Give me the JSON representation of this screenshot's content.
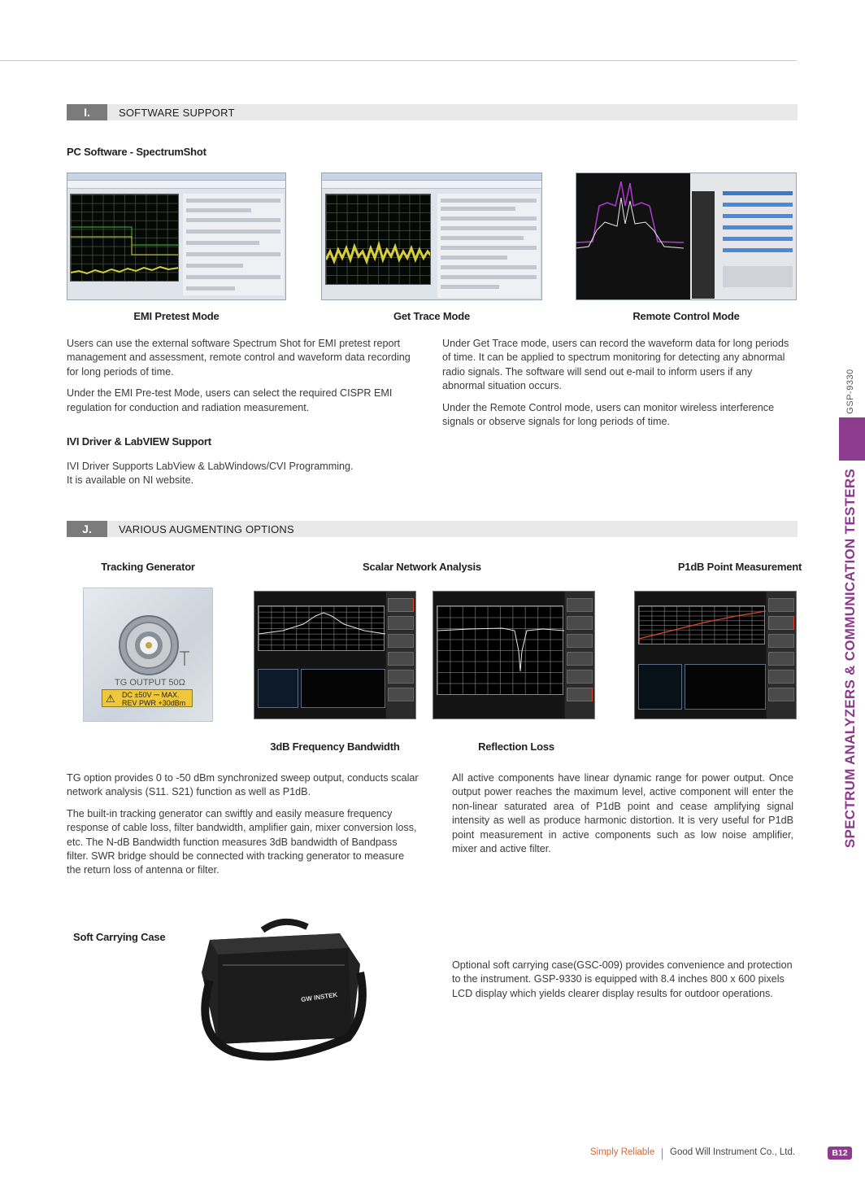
{
  "section_i": {
    "tag": "I.",
    "title": "SOFTWARE SUPPORT",
    "pc_software_heading": "PC Software - SpectrumShot",
    "captions": [
      "EMI Pretest Mode",
      "Get Trace Mode",
      "Remote Control Mode"
    ],
    "left_text": [
      "Users can use the external software Spectrum Shot for EMI pretest report management and assessment, remote control and waveform data recording for long periods of time.",
      "Under the EMI Pre-test Mode, users can select the required CISPR EMI regulation for conduction and radiation measurement."
    ],
    "right_text": [
      "Under Get Trace mode, users can record the waveform data for long periods of time. It can be applied to spectrum monitoring for detecting any abnormal radio signals. The software will send out e-mail to inform users if any abnormal situation occurs.",
      "Under the Remote Control mode, users can monitor wireless interference signals or observe signals for long periods of time."
    ],
    "ivi_heading": "IVI Driver & LabVIEW Support",
    "ivi_text": [
      "IVI Driver Supports LabView & LabWindows/CVI Programming.",
      "It is available on NI website."
    ]
  },
  "section_j": {
    "tag": "J.",
    "title": "VARIOUS AUGMENTING OPTIONS",
    "top_captions": [
      "Tracking Generator",
      "Scalar Network Analysis",
      "P1dB Point Measurement"
    ],
    "bottom_captions": [
      "3dB Frequency Bandwidth",
      "Reflection Loss"
    ],
    "tg_label": "TG OUTPUT 50Ω",
    "tg_warning_1": "DC ±50V ⎓ MAX.",
    "tg_warning_2": "REV PWR +30dBm",
    "left_text": [
      "TG option provides 0 to -50 dBm synchronized sweep output, conducts scalar network analysis (S11. S21) function as well as P1dB.",
      "The built-in tracking generator can swiftly and easily measure frequency response of cable loss, filter bandwidth, amplifier gain, mixer conversion loss, etc. The N-dB Bandwidth function measures 3dB bandwidth of Bandpass filter. SWR bridge should be connected with tracking generator to measure the return loss of antenna or filter."
    ],
    "right_text": "All active components have linear dynamic range for power output. Once output power reaches the maximum level, active component will enter the non-linear saturated area of P1dB point and cease amplifying signal intensity as well as produce harmonic distortion. It is very useful for P1dB point measurement in active components such as low noise amplifier, mixer and active filter.",
    "case_heading": "Soft Carrying Case",
    "case_text": "Optional soft carrying case(GSC-009) provides convenience and protection to the instrument. GSP-9330 is equipped with 8.4 inches 800 x 600 pixels LCD display which yields clearer display results for outdoor operations.",
    "case_brand": "GW INSTEK"
  },
  "sidebar": {
    "model": "GSP-9330",
    "category": "SPECTRUM ANALYZERS & COMMUNICATION TESTERS"
  },
  "footer": {
    "slogan": "Simply Reliable",
    "company": "Good Will Instrument Co., Ltd.",
    "page": "B12"
  },
  "colors": {
    "accent_purple": "#8e3d8e",
    "slogan_orange": "#e0662e",
    "trace_yellow": "#d6cf3a",
    "trace_magenta": "#b03bd0"
  }
}
